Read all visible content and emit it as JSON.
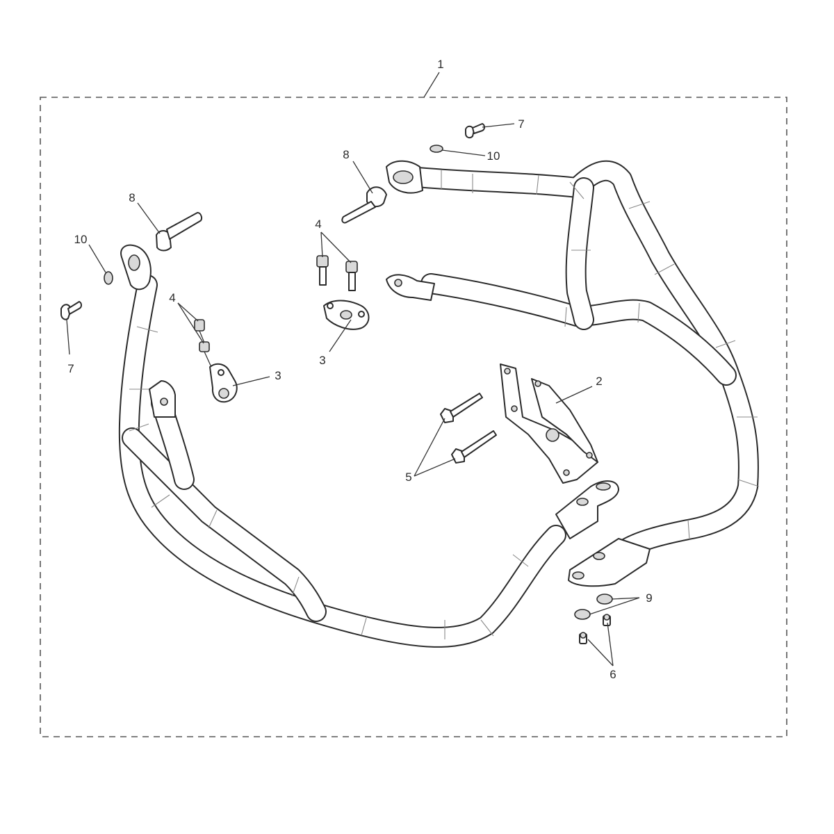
{
  "callouts": {
    "assembly": "1",
    "bracket": "2",
    "clamp_left": "3",
    "clamp_center": "3",
    "bolts_clamp_left": "4",
    "bolts_clamp_center": "4",
    "bracket_bolts": "5",
    "nuts": "6",
    "bolt_right": "7",
    "bolt_left": "7",
    "spacer_center": "8",
    "spacer_left": "8",
    "washers": "9",
    "washer_right": "10",
    "washer_left": "10"
  },
  "colors": {
    "line": "#2b2b2b",
    "fill": "#ffffff",
    "hardware_shade": "#d9d9d9",
    "dashed_border": "#555555"
  },
  "icons": {
    "kit_border": "dashed-rectangle",
    "leader_line": "thin-line"
  }
}
